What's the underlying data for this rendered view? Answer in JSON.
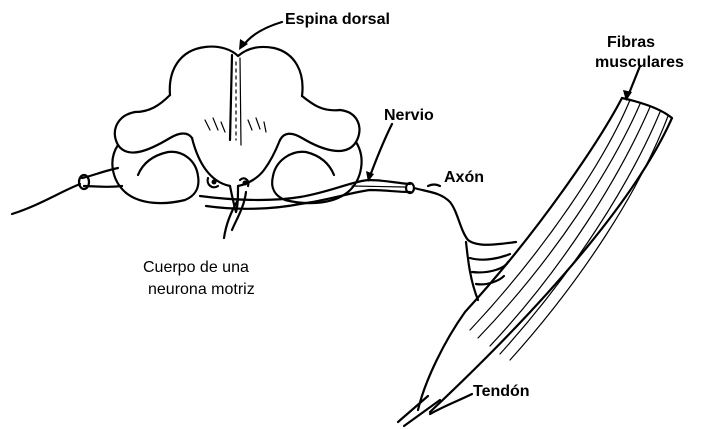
{
  "labels": {
    "spinal_cord": "Espina dorsal",
    "muscle_fibers_line1": "Fibras",
    "muscle_fibers_line2": "musculares",
    "nerve": "Nervio",
    "axon": "Axón",
    "neuron_body_line1": "Cuerpo de una",
    "neuron_body_line2": "neurona motriz",
    "tendon": "Tendón"
  }
}
